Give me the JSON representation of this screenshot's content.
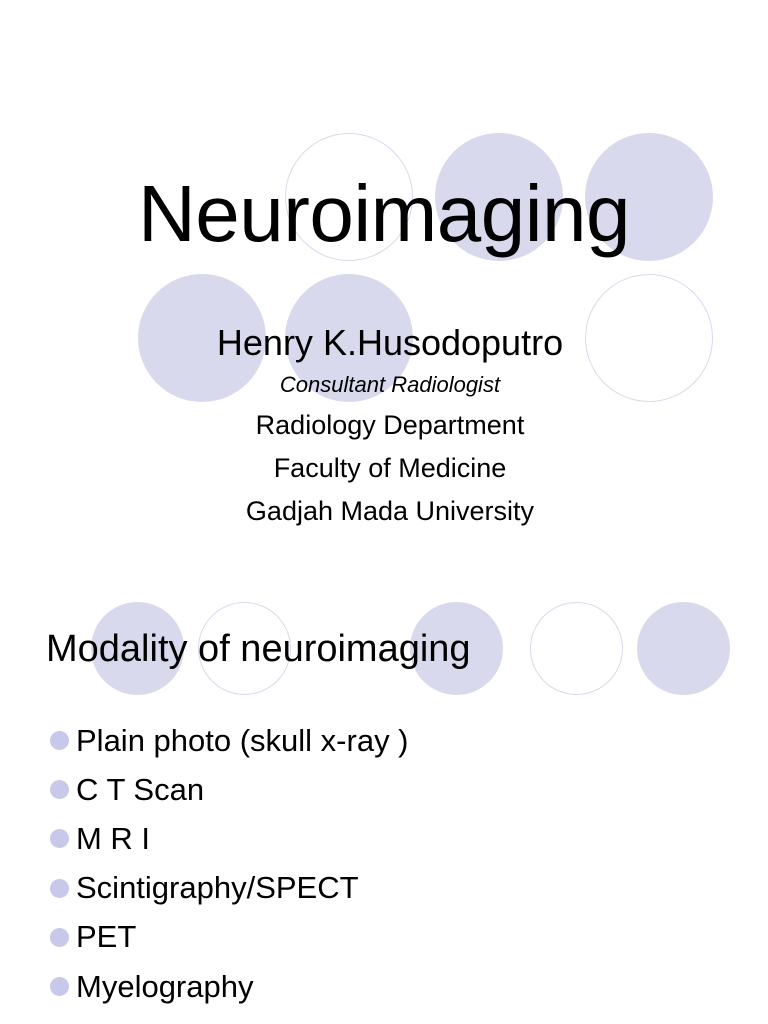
{
  "slide1": {
    "title": "Neuroimaging",
    "author": "Henry K.Husodoputro",
    "role": "Consultant Radiologist",
    "department": "Radiology Department",
    "faculty": "Faculty of Medicine",
    "university": "Gadjah Mada University"
  },
  "slide2": {
    "heading": "Modality of neuroimaging",
    "bullets": [
      "Plain photo (skull x-ray )",
      "C T Scan",
      "M R I",
      "Scintigraphy/SPECT",
      "PET",
      "Myelography"
    ]
  },
  "colors": {
    "circle_fill": "#d9d9ee",
    "bullet": "#c8c8ea",
    "text": "#000000",
    "background": "#ffffff"
  },
  "icons": [
    "circle-decoration",
    "bullet-icon"
  ]
}
